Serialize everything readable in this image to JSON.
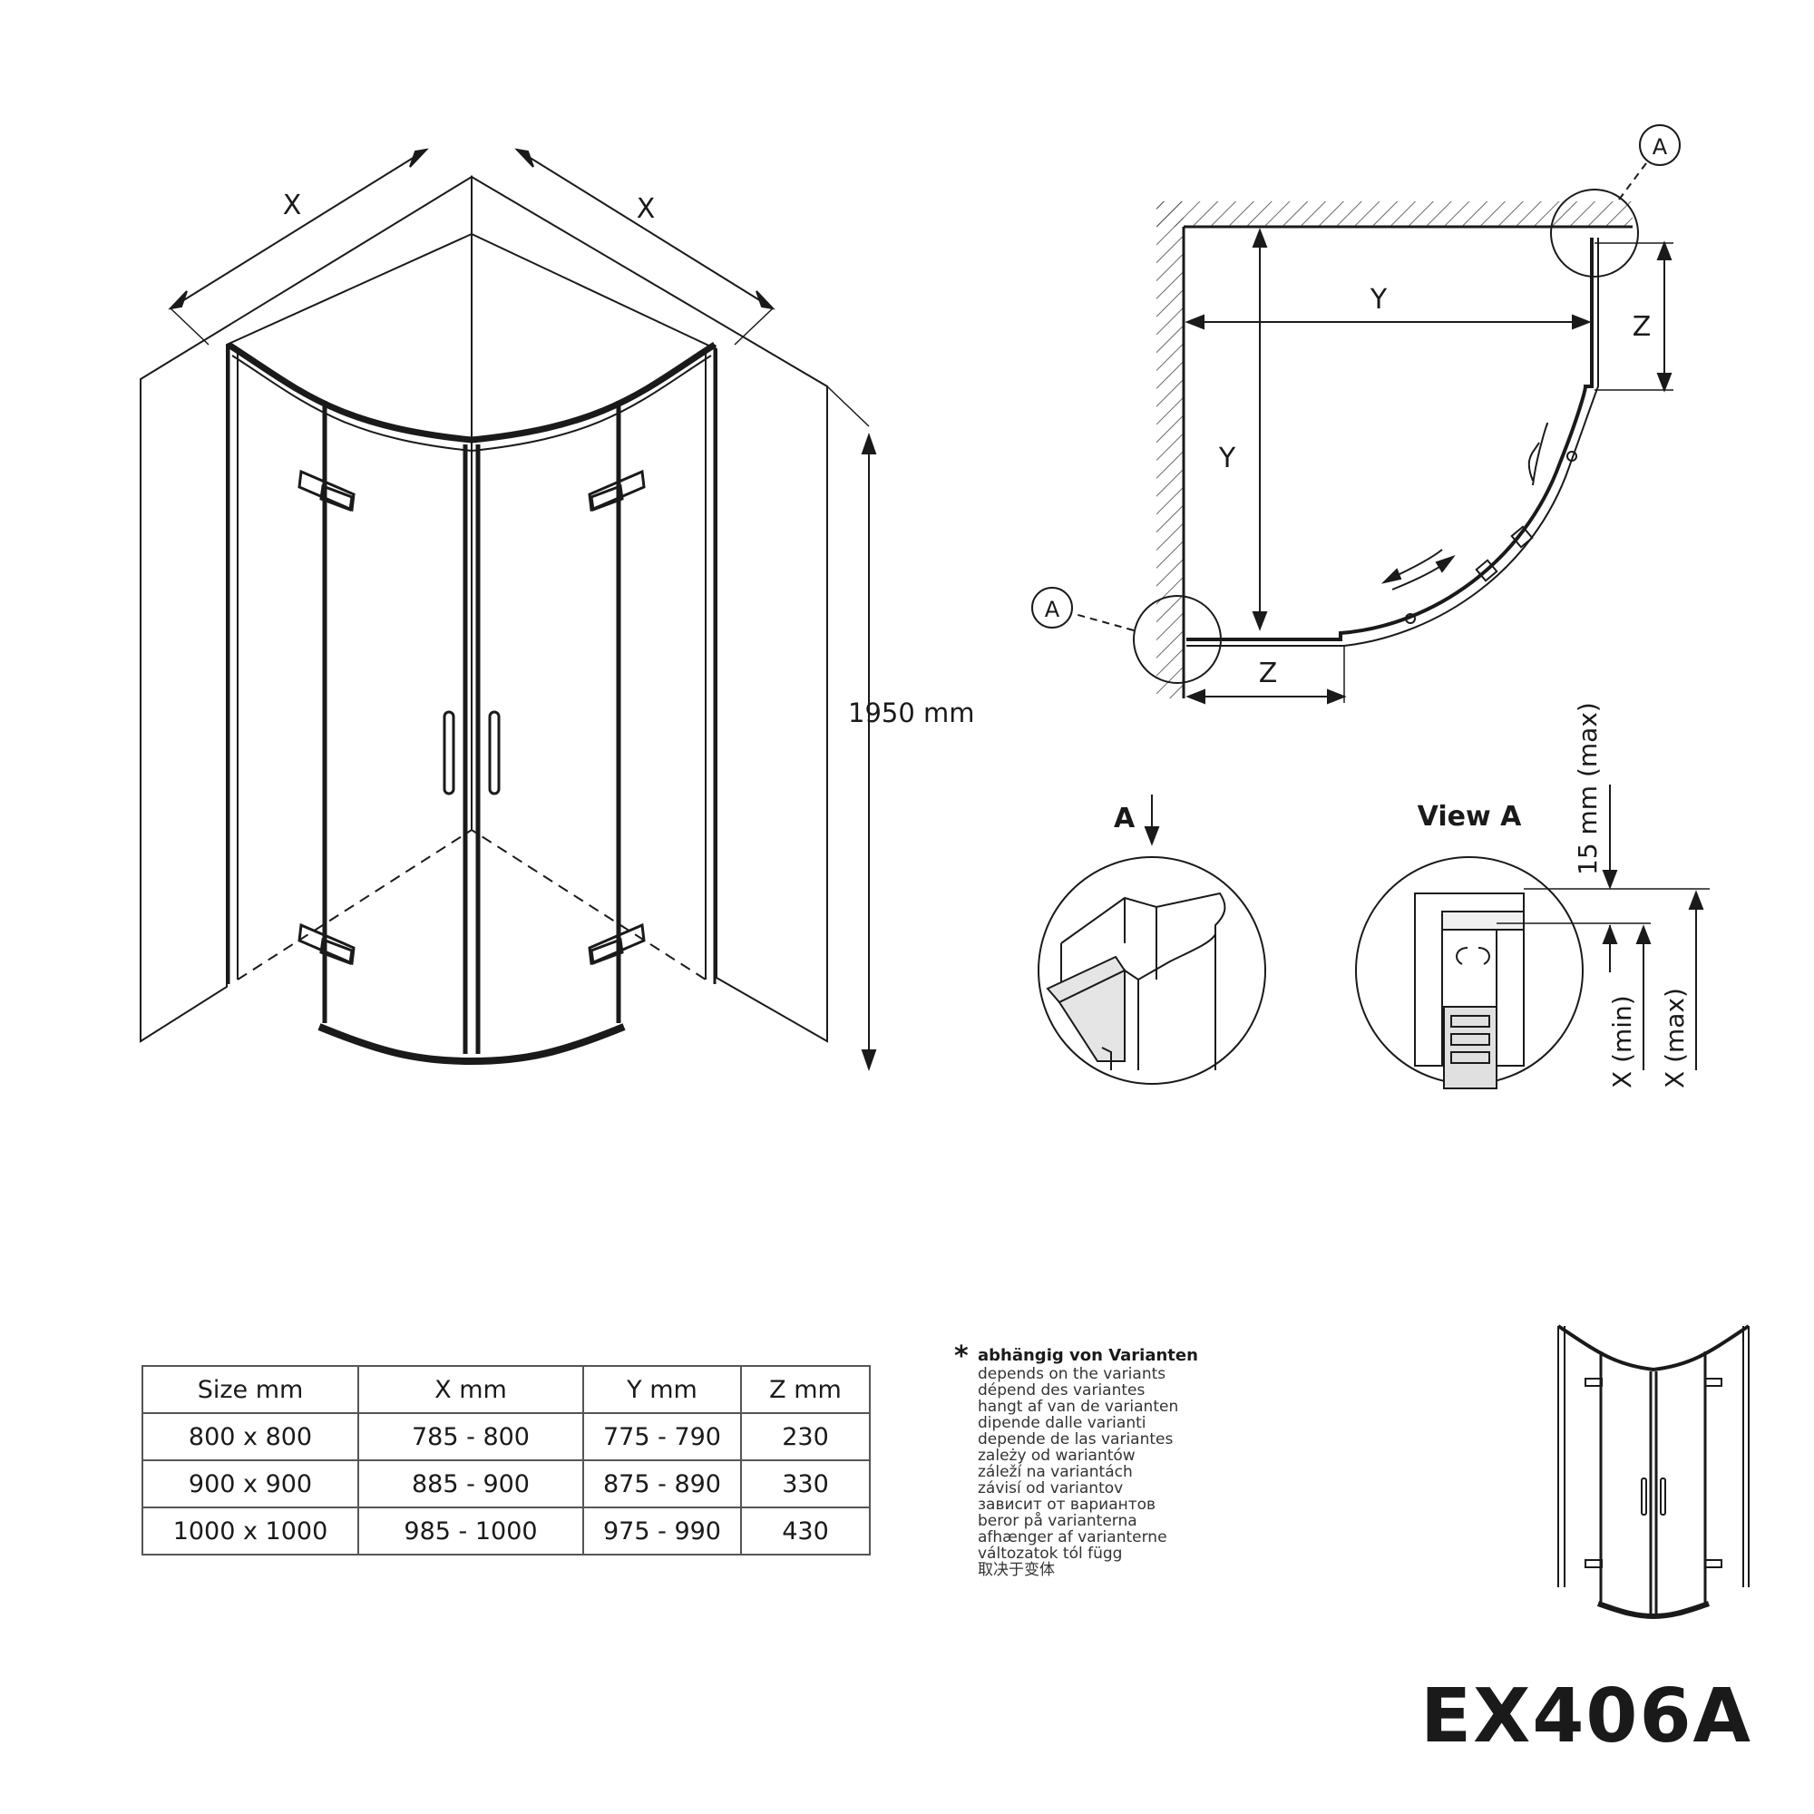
{
  "labels": {
    "x_left": "X",
    "x_right": "X",
    "height": "1950 mm",
    "y_top": "Y",
    "y_left": "Y",
    "z_right": "Z",
    "z_bottom": "Z",
    "marker_a_top": "A",
    "marker_a_left": "A",
    "section_a": "A",
    "view_a": "View A",
    "dim_15max": "15 mm (max)",
    "dim_xmin": "X (min)",
    "dim_xmax": "X (max)"
  },
  "table": {
    "headers": [
      "Size mm",
      "X mm",
      "Y mm",
      "Z mm"
    ],
    "rows": [
      [
        "800 x 800",
        "785 - 800",
        "775 - 790",
        "230"
      ],
      [
        "900 x 900",
        "885 - 900",
        "875 - 890",
        "330"
      ],
      [
        "1000 x 1000",
        "985 - 1000",
        "975 - 990",
        "430"
      ]
    ]
  },
  "note": {
    "star": "*",
    "heading": "abhängig von Varianten",
    "lines": [
      "depends on the variants",
      "dépend des variantes",
      "hangt af van de varianten",
      "dipende dalle varianti",
      "depende de las variantes",
      "zależy od wariantów",
      "záleží na variantách",
      "závisí od variantov",
      "зависит от вариантов",
      "beror på varianterna",
      "afhænger af varianterne",
      "változatok tól függ",
      "取决于变体"
    ]
  },
  "model": "EX406A"
}
